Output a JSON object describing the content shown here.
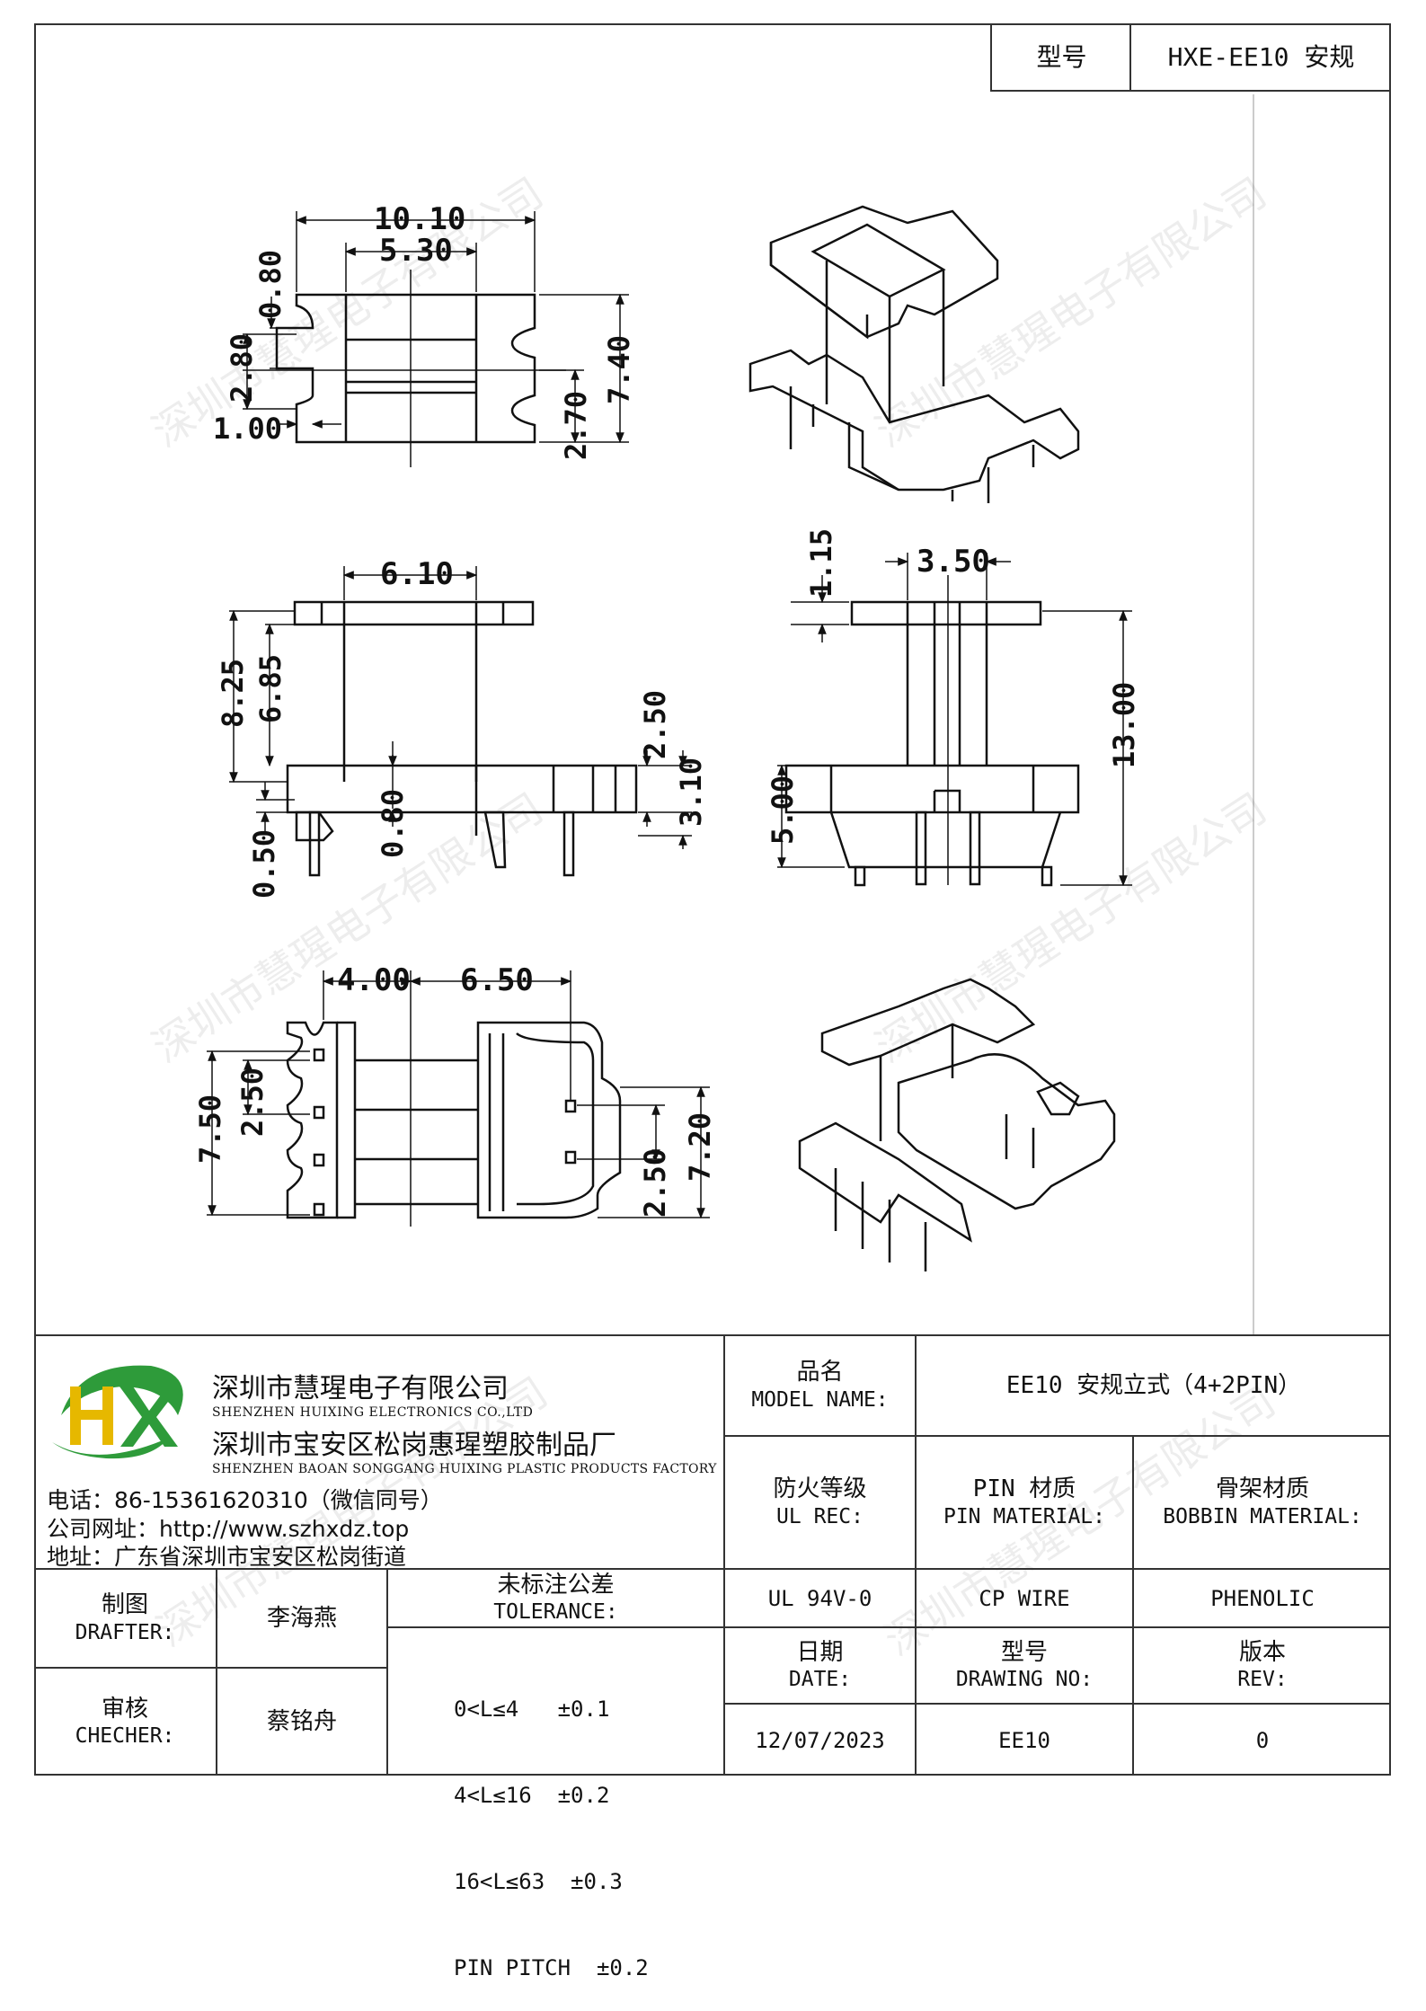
{
  "header": {
    "model_label": "型号",
    "model_value": "HXE-EE10 安规"
  },
  "watermark_text": "深圳市慧瑆电子有限公司",
  "dimensions": {
    "top": {
      "w1010": "10.10",
      "w530": "5.30",
      "h080": "0.80",
      "h280": "2.80",
      "h100": "1.00",
      "h740": "7.40",
      "h270": "2.70"
    },
    "middle_left": {
      "w610": "6.10",
      "h825": "8.25",
      "h685": "6.85",
      "h250": "2.50",
      "h310": "3.10",
      "h080": "0.80",
      "h050": "0.50"
    },
    "middle_right": {
      "h115": "1.15",
      "w350": "3.50",
      "h1300": "13.00",
      "h500": "5.00"
    },
    "bottom": {
      "w400": "4.00",
      "w650": "6.50",
      "h750": "7.50",
      "h250a": "2.50",
      "h250b": "2.50",
      "h720": "7.20"
    }
  },
  "company": {
    "logo_letters": "HX",
    "name_cn": "深圳市慧瑆电子有限公司",
    "name_en": "SHENZHEN HUIXING ELECTRONICS CO.,LTD",
    "factory_cn": "深圳市宝安区松岗惠瑆塑胶制品厂",
    "factory_en": "SHENZHEN BAOAN SONGGANG HUIXING PLASTIC PRODUCTS FACTORY",
    "phone": "电话：86-15361620310（微信同号）",
    "website": "公司网址：http://www.szhxdz.top",
    "address": "地址：广东省深圳市宝安区松岗街道"
  },
  "title_block": {
    "model_name_cn": "品名",
    "model_name_en": "MODEL NAME:",
    "model_name_value": "EE10 安规立式（4+2PIN）",
    "ul_cn": "防火等级",
    "ul_en": "UL REC:",
    "pin_cn": "PIN 材质",
    "pin_en": "PIN MATERIAL:",
    "bobbin_cn": "骨架材质",
    "bobbin_en": "BOBBIN MATERIAL:",
    "ul_value": "UL 94V-0",
    "pin_value": "CP WIRE",
    "bobbin_value": "PHENOLIC",
    "date_cn": "日期",
    "date_en": "DATE:",
    "drawing_cn": "型号",
    "drawing_en": "DRAWING NO:",
    "rev_cn": "版本",
    "rev_en": "REV:",
    "date_value": "12/07/2023",
    "drawing_value": "EE10",
    "rev_value": "0"
  },
  "signoff": {
    "drafter_cn": "制图",
    "drafter_en": "DRAFTER:",
    "drafter_name": "李海燕",
    "checker_cn": "审核",
    "checker_en": "CHECHER:",
    "checker_name": "蔡铭舟",
    "tolerance_cn": "未标注公差",
    "tolerance_en": "TOLERANCE:",
    "tolerance_lines": [
      "0<L≤4   ±0.1",
      "4<L≤16  ±0.2",
      "16<L≤63  ±0.3",
      "PIN PITCH  ±0.2"
    ]
  }
}
